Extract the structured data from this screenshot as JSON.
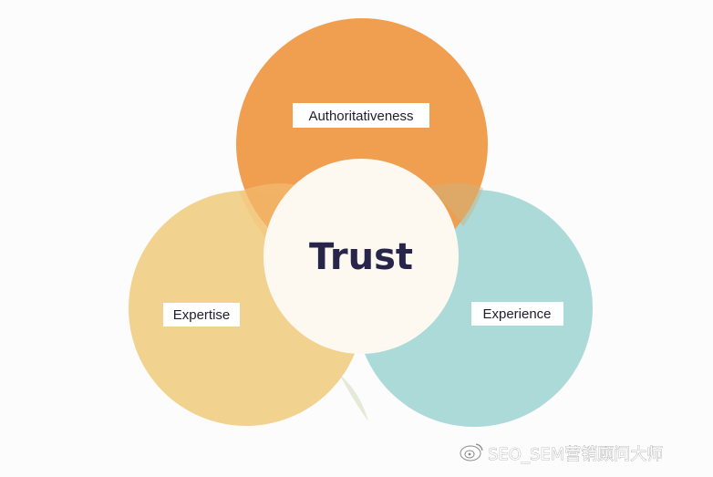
{
  "diagram": {
    "center_label": "Trust",
    "top_label": "Authoritativeness",
    "left_label": "Expertise",
    "right_label": "Experience",
    "colors": {
      "top_circle": "#ef9c4b",
      "left_circle": "#f1d38f",
      "right_circle": "#a9d9d6",
      "center_circle": "#fdf9f1",
      "text": "#28254a"
    }
  },
  "watermark": {
    "text": "SEO_SEM营销顾问大师",
    "icon": "weibo-icon"
  }
}
